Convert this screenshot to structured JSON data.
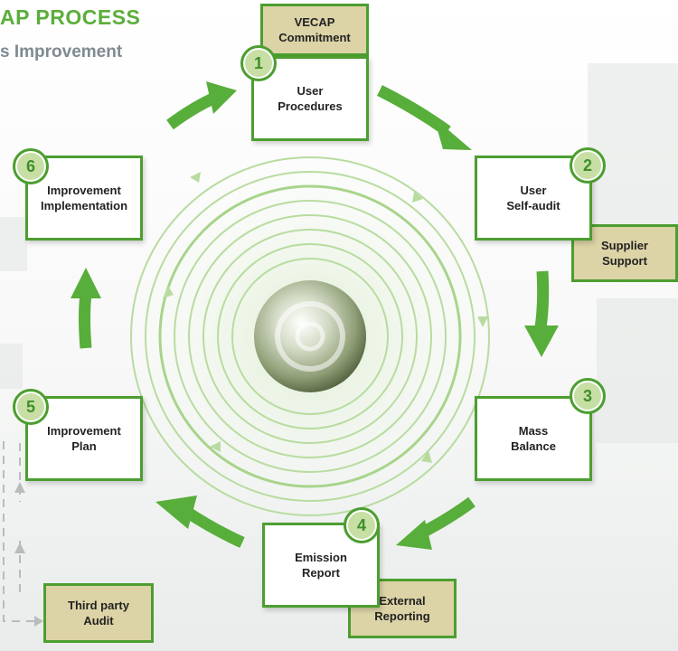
{
  "header": {
    "title": "AP PROCESS",
    "subtitle": "s Improvement"
  },
  "colors": {
    "green": "#4c9e30",
    "light_green": "#c7dfa4",
    "tan": "#dcd3a6"
  },
  "steps": [
    {
      "number": "1",
      "label": "User\nProcedures"
    },
    {
      "number": "2",
      "label": "User\nSelf-audit"
    },
    {
      "number": "3",
      "label": "Mass\nBalance"
    },
    {
      "number": "4",
      "label": "Emission\nReport"
    },
    {
      "number": "5",
      "label": "Improvement\nPlan"
    },
    {
      "number": "6",
      "label": "Improvement\nImplementation"
    }
  ],
  "side_boxes": {
    "commitment": "VECAP\nCommitment",
    "supplier": "Supplier\nSupport",
    "external": "External\nReporting",
    "third_party": "Third party\nAudit"
  }
}
